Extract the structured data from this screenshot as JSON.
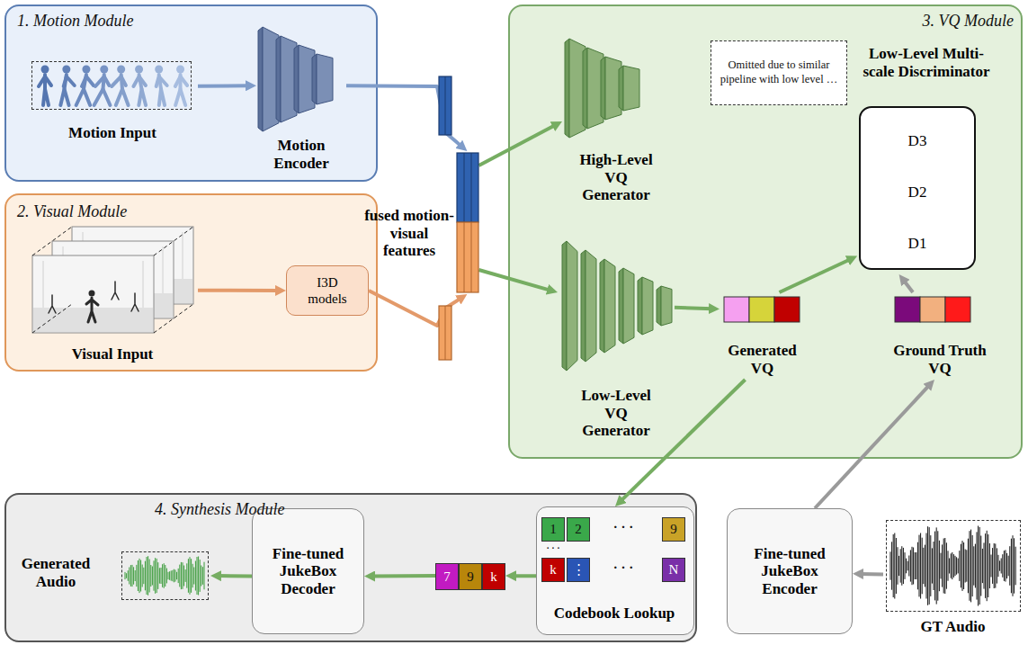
{
  "diagram": {
    "nodes": [
      {
        "text": [
          "1. Motion Module"
        ]
      },
      {
        "text": [
          "Motion Input"
        ],
        "in": 0
      },
      {
        "text": [
          "Motion Encoder"
        ],
        "in": 0
      },
      {
        "text": [
          "fused motion-visual features"
        ]
      },
      {
        "text": [
          "2. Visual Module"
        ]
      },
      {
        "text": [
          "Visual Input"
        ],
        "in": 4
      },
      {
        "text": [
          "I3D models"
        ],
        "in": 4
      },
      {
        "text": [
          "3. VQ Module"
        ]
      },
      {
        "text": [
          "High-Level VQ Generator"
        ],
        "in": 7
      },
      {
        "text": [
          "Omitted due to similar pipeline with low level …"
        ],
        "in": 7
      },
      {
        "text": [
          "Low-Level Multi-scale Discriminator"
        ],
        "in": 7
      },
      {
        "text": [
          "D3"
        ],
        "in": 10
      },
      {
        "text": [
          "D2"
        ],
        "in": 10
      },
      {
        "text": [
          "D1"
        ],
        "in": 10
      },
      {
        "text": [
          "Low-Level VQ Generator"
        ],
        "in": 7
      },
      {
        "text": [
          "Generated VQ"
        ],
        "in": 7
      },
      {
        "text": [
          "Ground Truth VQ"
        ],
        "in": 7
      },
      {
        "text": [
          "4. Synthesis Module"
        ]
      },
      {
        "text": [
          "Generated Audio"
        ],
        "in": 17
      },
      {
        "text": [
          "Fine-tuned JukeBox Decoder"
        ],
        "in": 17
      },
      {
        "text": [
          "7",
          "9",
          "k"
        ],
        "in": 17
      },
      {
        "text": [
          "1",
          "2",
          "· · ·",
          "9",
          "· · ·",
          "k",
          "⋮",
          "· · ·",
          "N",
          "Codebook Lookup"
        ],
        "in": 17
      },
      {
        "text": [
          "Fine-tuned JukeBox Encoder"
        ]
      },
      {
        "text": [
          "GT Audio"
        ]
      }
    ],
    "edges": [
      {
        "from": 1,
        "to": 2,
        "arrow": "to"
      },
      {
        "from": 2,
        "to": 3,
        "arrow": "to"
      },
      {
        "from": 5,
        "to": 6,
        "arrow": "to"
      },
      {
        "from": 6,
        "to": 3,
        "arrow": "to"
      },
      {
        "from": 3,
        "to": 8,
        "arrow": "to"
      },
      {
        "from": 3,
        "to": 14,
        "arrow": "to"
      },
      {
        "from": 14,
        "to": 15,
        "arrow": "to"
      },
      {
        "from": 15,
        "to": 10,
        "arrow": "to"
      },
      {
        "from": 16,
        "to": 10,
        "arrow": "to"
      },
      {
        "from": 15,
        "to": 21,
        "arrow": "to"
      },
      {
        "from": 21,
        "to": 20,
        "arrow": "to"
      },
      {
        "from": 20,
        "to": 19,
        "arrow": "to"
      },
      {
        "from": 19,
        "to": 18,
        "arrow": "to"
      },
      {
        "from": 23,
        "to": 22,
        "arrow": "to"
      },
      {
        "from": 22,
        "to": 16,
        "arrow": "to"
      }
    ]
  }
}
